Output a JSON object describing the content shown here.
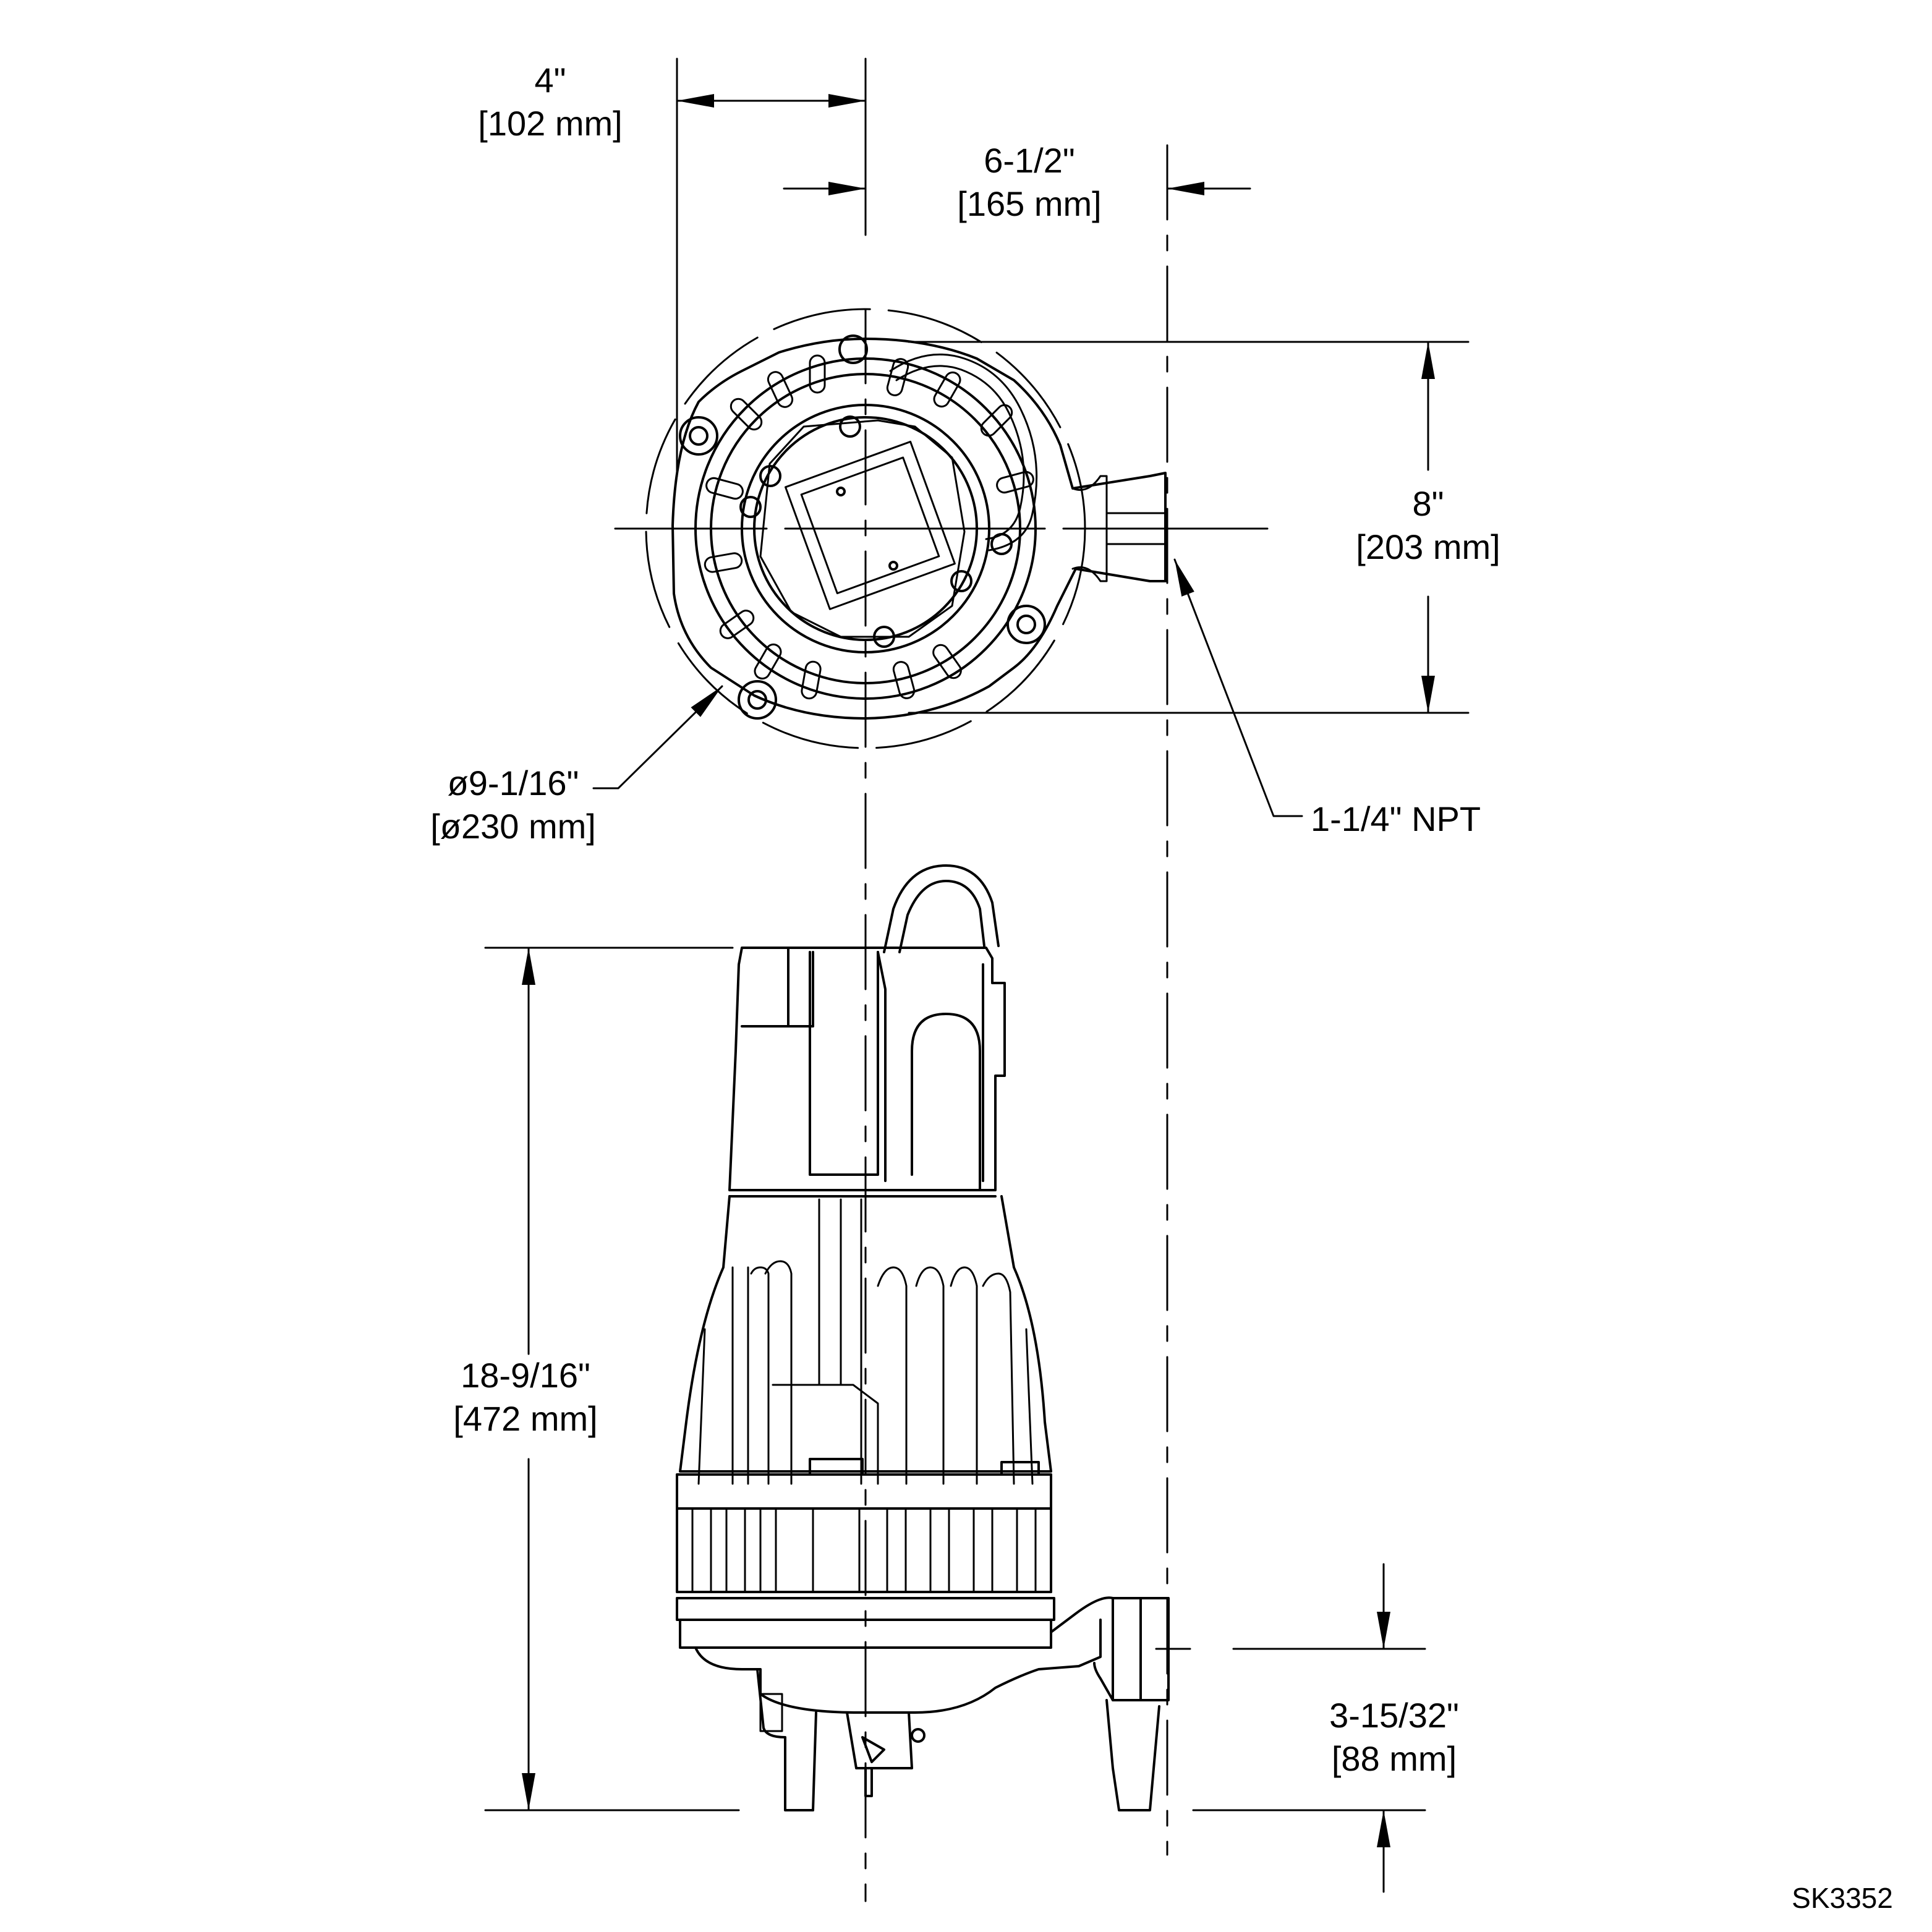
{
  "dimensions": {
    "top_offset": {
      "inch": "4\"",
      "mm": "[102 mm]"
    },
    "discharge_offset": {
      "inch": "6-1/2\"",
      "mm": "[165 mm]"
    },
    "depth": {
      "inch": "8\"",
      "mm": "[203 mm]"
    },
    "diameter": {
      "inch": "ø9-1/16\"",
      "mm": "[ø230 mm]"
    },
    "discharge_size": {
      "text": "1-1/4\" NPT"
    },
    "height": {
      "inch": "18-9/16\"",
      "mm": "[472 mm]"
    },
    "discharge_height": {
      "inch": "3-15/32\"",
      "mm": "[88 mm]"
    }
  },
  "drawing_number": "SK3352",
  "colors": {
    "line": "#000000",
    "background": "#ffffff"
  }
}
